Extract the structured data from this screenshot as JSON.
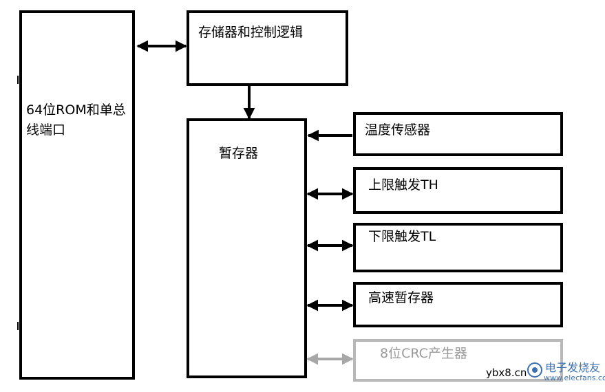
{
  "blocks": {
    "rom": "64位ROM和单总线端口",
    "memory_logic": "存储器和控制逻辑",
    "scratchpad": "暂存器",
    "temp_sensor": "温度传感器",
    "th_trigger": "上限触发TH",
    "tl_trigger": "下限触发TL",
    "high_speed_scratchpad": "高速暂存器",
    "crc_generator": "8位CRC产生器"
  },
  "watermark": {
    "site": "ybx8.cn",
    "brand": "电子发烧友",
    "url": "www.elecfans.com"
  },
  "colors": {
    "line": "#000000",
    "faded": "#9a9a9a",
    "watermark_blue": "#3a6fb0"
  }
}
